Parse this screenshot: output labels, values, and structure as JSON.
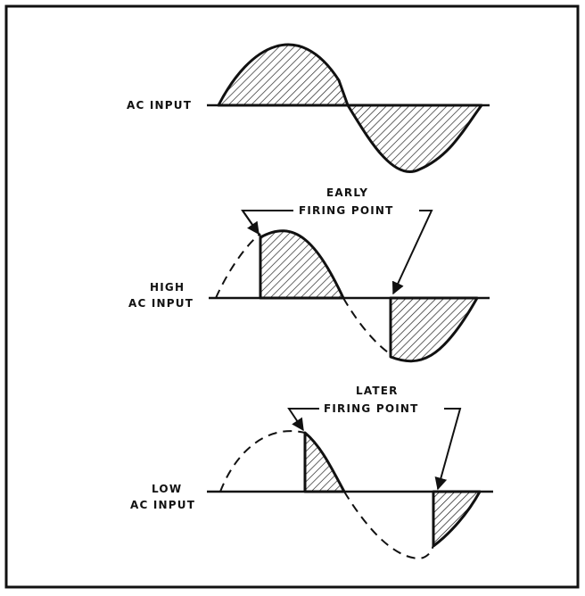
{
  "figure": {
    "panels": [
      {
        "label_lines": [
          "AC INPUT"
        ]
      },
      {
        "label_lines": [
          "HIGH",
          "AC INPUT"
        ],
        "callout_lines": [
          "EARLY",
          "FIRING POINT"
        ]
      },
      {
        "label_lines": [
          "LOW",
          "AC INPUT"
        ],
        "callout_lines": [
          "LATER",
          "FIRING POINT"
        ]
      }
    ]
  }
}
